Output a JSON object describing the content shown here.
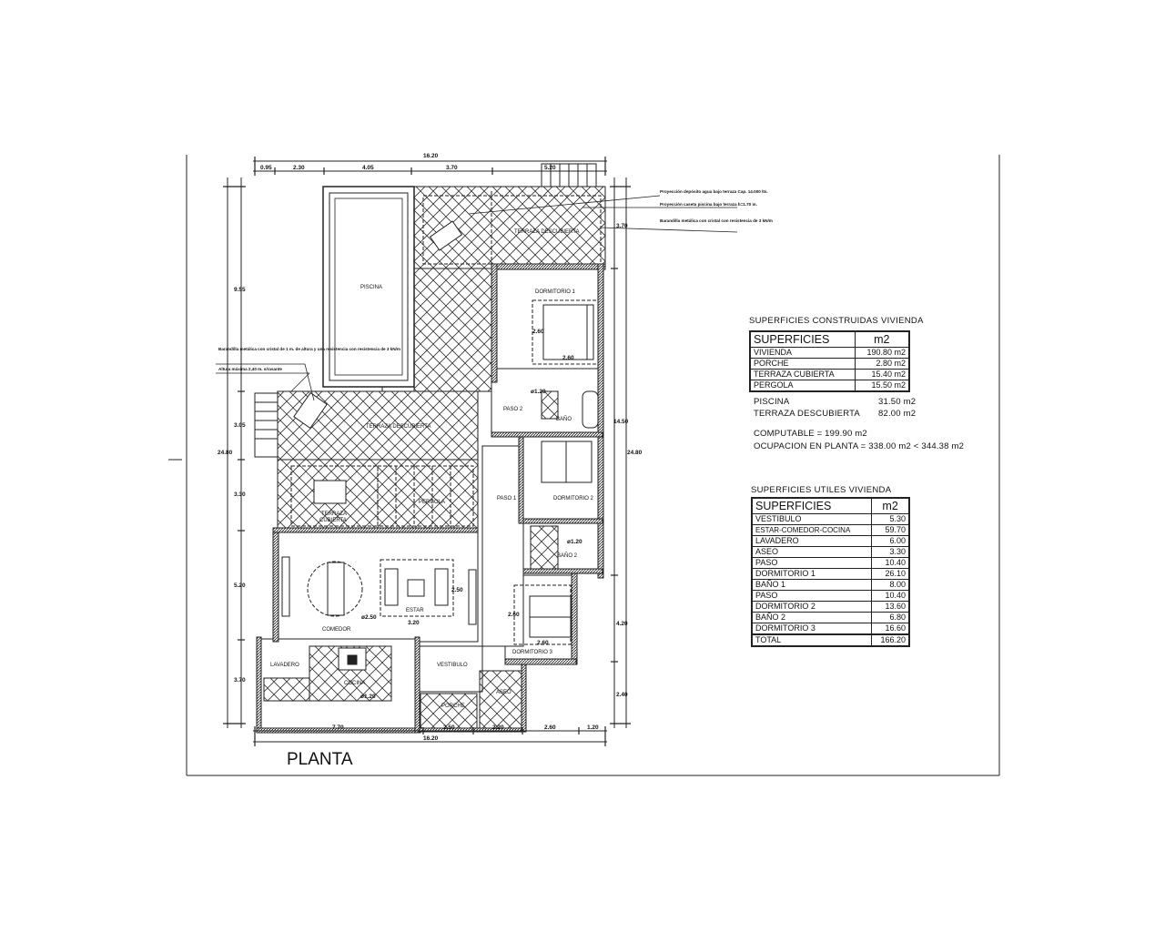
{
  "drawing_title": "PLANTA",
  "rooms": {
    "piscina": "PISCINA",
    "terraza_descubierta_top": "TERRAZA DESCUBIERTA",
    "terraza_descubierta_low": "TERRAZA DESCUBIERTA",
    "terraza_cubierta_1": "TERRAZA",
    "terraza_cubierta_2": "CUBIERTA",
    "pergola": "PERGOLA",
    "comedor": "COMEDOR",
    "estar": "ESTAR",
    "cocina": "COCINA",
    "lavadero": "LAVADERO",
    "vestibulo": "VESTIBULO",
    "porche": "PORCHE",
    "aseo": "ASEO",
    "dormitorio_1": "DORMITORIO 1",
    "dormitorio_2": "DORMITORIO 2",
    "dormitorio_3": "DORMITORIO 3",
    "bano_1": "BAÑO",
    "bano_2": "BAÑO 2",
    "paso_1": "PASO 1",
    "paso_2": "PASO 2"
  },
  "dimensions": {
    "top_total": "16.20",
    "top": [
      "0.95",
      "2.30",
      "4.05",
      "3.70",
      "5.20"
    ],
    "bottom": [
      "7.70",
      "2.50",
      "2.20",
      "2.60",
      "1.20"
    ],
    "bottom_total": "16.20",
    "left": [
      "9.55",
      "3.05",
      "3.30",
      "5.20",
      "3.70"
    ],
    "left_total": "24.80",
    "right": [
      "3.70",
      "14.50",
      "4.20",
      "2.40"
    ],
    "right_total": "24.80",
    "inner": {
      "bed1_w": "2.60",
      "bed1_h": "2.60",
      "bed3_w": "2.60",
      "bed3_h": "2.60",
      "estar_w": "3.20",
      "estar_h": "2.50",
      "comedor_diam": "ø2.50",
      "cocina_diam": "ø1.20",
      "bano1_diam": "ø1.20",
      "bano2_diam": "ø1.20"
    }
  },
  "annotations": {
    "right": [
      "Proyección depósito agua bajo terraza Cap. 14.000 lts.",
      "Proyección caseta piscina bajo terraza h=1.70 m.",
      "Barandilla metálica con cristal con resistencia de 3 kN/m"
    ],
    "left": [
      "Barandilla metálica con cristal de 1 m. de altura y una resistencia con resistencia de 3 kN/m",
      "Altura máxima 2,40 m. s/rasante"
    ]
  },
  "construidas": {
    "title": "SUPERFICIES CONSTRUIDAS VIVIENDA",
    "header": [
      "SUPERFICIES",
      "m2"
    ],
    "rows": [
      {
        "label": "VIVIENDA",
        "value": "190.80 m2"
      },
      {
        "label": "PORCHE",
        "value": "2.80 m2"
      },
      {
        "label": "TERRAZA CUBIERTA",
        "value": "15.40 m2"
      },
      {
        "label": "PERGOLA",
        "value": "15.50 m2"
      }
    ],
    "extra": [
      {
        "label": "PISCINA",
        "value": "31.50 m2"
      },
      {
        "label": "TERRAZA DESCUBIERTA",
        "value": "82.00 m2"
      }
    ],
    "computable": "COMPUTABLE = 199.90 m2",
    "ocupacion": "OCUPACION EN PLANTA = 338.00 m2 < 344.38 m2"
  },
  "utiles": {
    "title": "SUPERFICIES UTILES VIVIENDA",
    "header": [
      "SUPERFICIES",
      "m2"
    ],
    "rows": [
      {
        "label": "VESTIBULO",
        "value": "5.30"
      },
      {
        "label": "ESTAR-COMEDOR-COCINA",
        "value": "59.70"
      },
      {
        "label": "LAVADERO",
        "value": "6.00"
      },
      {
        "label": "ASEO",
        "value": "3.30"
      },
      {
        "label": "PASO",
        "value": "10.40"
      },
      {
        "label": "DORMITORIO 1",
        "value": "26.10"
      },
      {
        "label": "BAÑO 1",
        "value": "8.00"
      },
      {
        "label": "PASO",
        "value": "10.40"
      },
      {
        "label": "DORMITORIO 2",
        "value": "13.60"
      },
      {
        "label": "BAÑO 2",
        "value": "6.80"
      },
      {
        "label": "DORMITORIO 3",
        "value": "16.60"
      }
    ],
    "total": {
      "label": "TOTAL",
      "value": "166.20"
    }
  }
}
